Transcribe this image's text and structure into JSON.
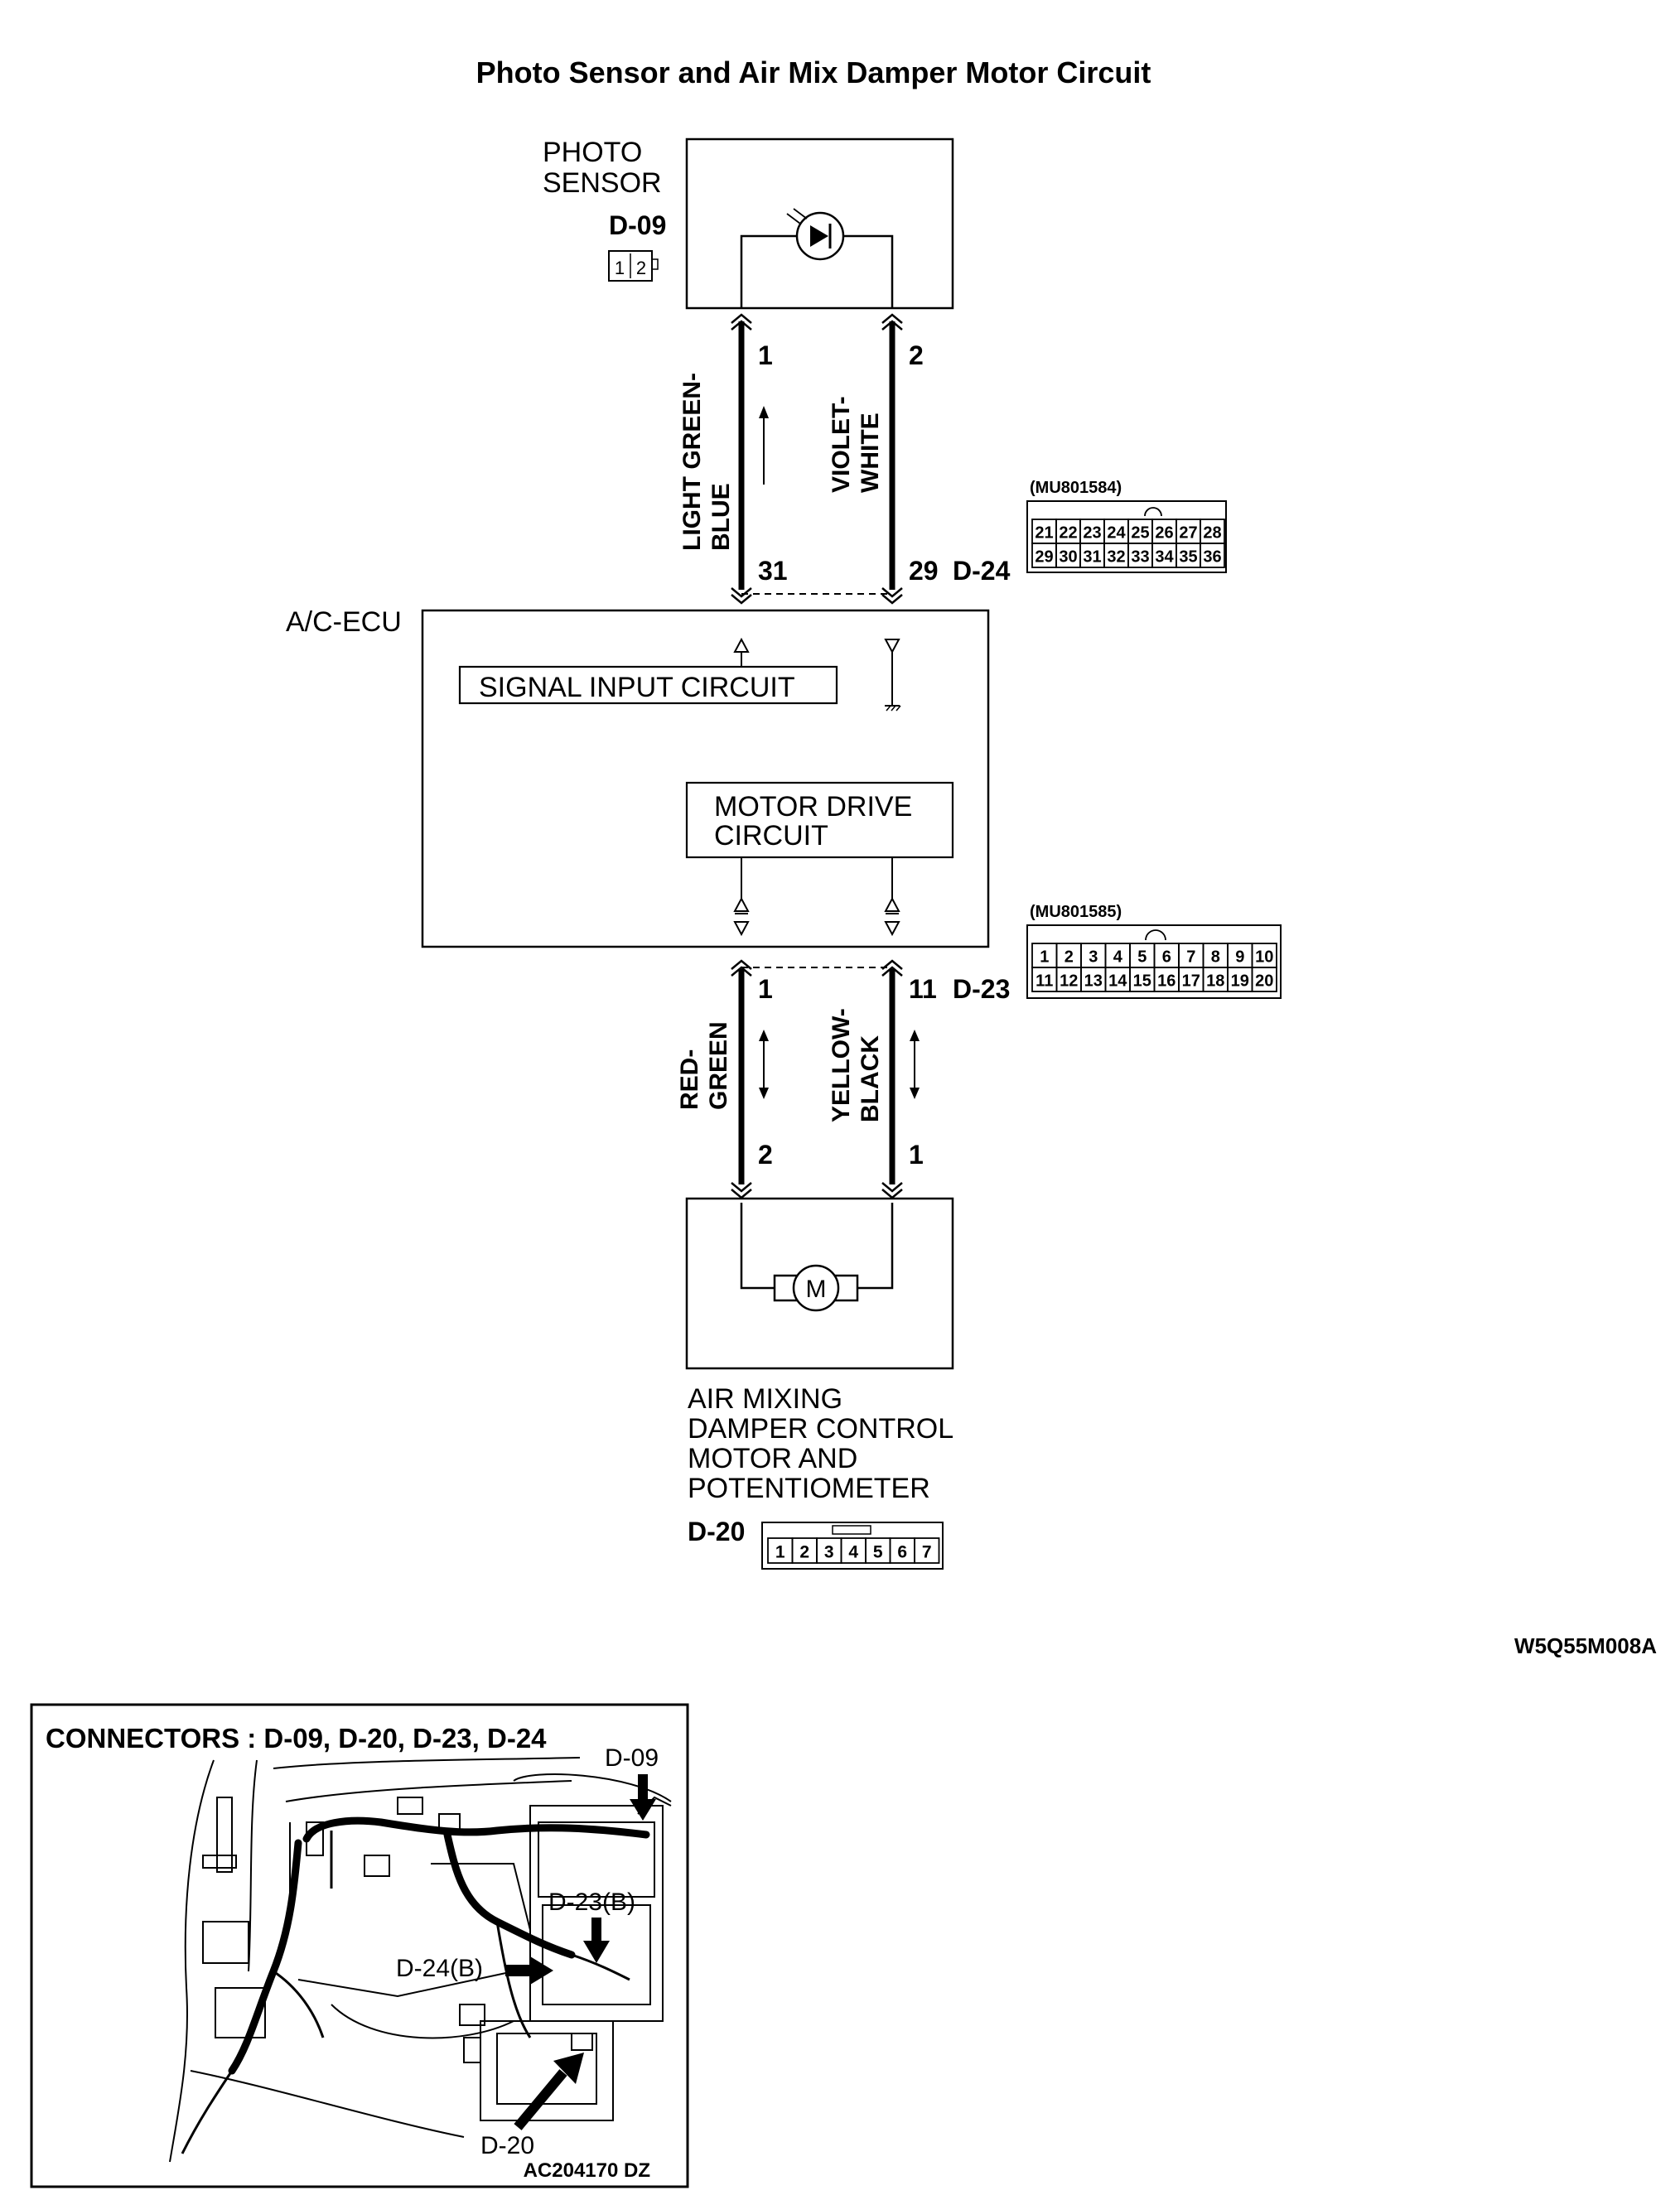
{
  "title": "Photo Sensor and Air Mix Damper Motor Circuit",
  "photo_sensor": {
    "label_line1": "PHOTO",
    "label_line2": "SENSOR",
    "connector_id": "D-09",
    "connector_pins": [
      "1",
      "2"
    ],
    "pin_left": "1",
    "pin_right": "2"
  },
  "wires_upper": {
    "left_color_line1": "LIGHT GREEN-",
    "left_color_line2": "BLUE",
    "right_color_line1": "VIOLET-",
    "right_color_line2": "WHITE"
  },
  "ecu_upper_connector": {
    "pin_left": "31",
    "pin_right": "29",
    "connector_id": "D-24",
    "part_number": "(MU801584)",
    "pins_row1": [
      "21",
      "22",
      "23",
      "24",
      "25",
      "26",
      "27",
      "28"
    ],
    "pins_row2": [
      "29",
      "30",
      "31",
      "32",
      "33",
      "34",
      "35",
      "36"
    ]
  },
  "ecu": {
    "label": "A/C-ECU",
    "signal_input": "SIGNAL INPUT CIRCUIT",
    "motor_drive_line1": "MOTOR DRIVE",
    "motor_drive_line2": "CIRCUIT"
  },
  "ecu_lower_connector": {
    "pin_left": "1",
    "pin_right": "11",
    "connector_id": "D-23",
    "part_number": "(MU801585)",
    "pins_row1": [
      "1",
      "2",
      "3",
      "4",
      "5",
      "6",
      "7",
      "8",
      "9",
      "10"
    ],
    "pins_row2": [
      "11",
      "12",
      "13",
      "14",
      "15",
      "16",
      "17",
      "18",
      "19",
      "20"
    ]
  },
  "wires_lower": {
    "left_color_line1": "RED-",
    "left_color_line2": "GREEN",
    "right_color_line1": "YELLOW-",
    "right_color_line2": "BLACK"
  },
  "motor": {
    "pin_left": "2",
    "pin_right": "1",
    "symbol": "M",
    "label_line1": "AIR MIXING",
    "label_line2": "DAMPER CONTROL",
    "label_line3": "MOTOR AND",
    "label_line4": "POTENTIOMETER",
    "connector_id": "D-20",
    "connector_pins": [
      "1",
      "2",
      "3",
      "4",
      "5",
      "6",
      "7"
    ]
  },
  "diagram_code": "W5Q55M008A",
  "connectors_inset": {
    "heading": "CONNECTORS : D-09, D-20, D-23, D-24",
    "callout_d09": "D-09",
    "callout_d23": "D-23(B)",
    "callout_d24": "D-24(B)",
    "callout_d20": "D-20",
    "figure_code": "AC204170 DZ"
  }
}
